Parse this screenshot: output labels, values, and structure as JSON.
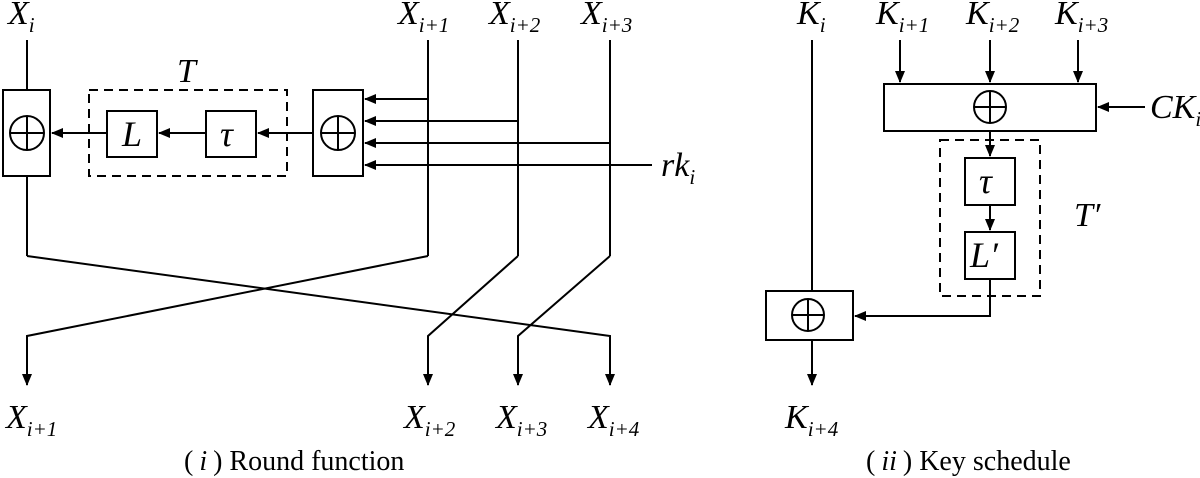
{
  "round": {
    "inputs": [
      {
        "base": "X",
        "sub": "i"
      },
      {
        "base": "X",
        "sub": "i+1"
      },
      {
        "base": "X",
        "sub": "i+2"
      },
      {
        "base": "X",
        "sub": "i+3"
      }
    ],
    "outputs": [
      {
        "base": "X",
        "sub": "i+1"
      },
      {
        "base": "X",
        "sub": "i+2"
      },
      {
        "base": "X",
        "sub": "i+3"
      },
      {
        "base": "X",
        "sub": "i+4"
      }
    ],
    "t_label": "T",
    "l_label": "L",
    "tau_label": "τ",
    "rk": {
      "base": "rk",
      "sub": "i"
    },
    "caption": {
      "open": "(",
      "var": "i",
      "text": ") Round function"
    }
  },
  "key": {
    "inputs": [
      {
        "base": "K",
        "sub": "i"
      },
      {
        "base": "K",
        "sub": "i+1"
      },
      {
        "base": "K",
        "sub": "i+2"
      },
      {
        "base": "K",
        "sub": "i+3"
      }
    ],
    "output": {
      "base": "K",
      "sub": "i+4"
    },
    "ck": {
      "base": "CK",
      "sub": "i"
    },
    "t_label": "T′",
    "tau_label": "τ",
    "l_label": "L′",
    "caption": {
      "open": "(",
      "var": "ii",
      "text": ") Key schedule"
    }
  },
  "colors": {
    "L": "#f8d5bc",
    "tau": "#a8d4e2",
    "Lprime": "#c4d9a0"
  }
}
